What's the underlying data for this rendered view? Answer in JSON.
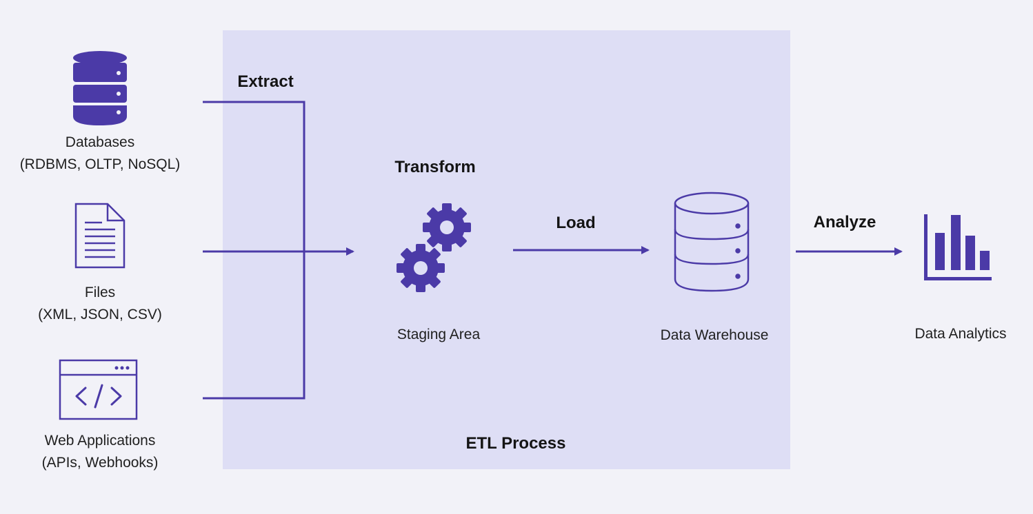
{
  "colors": {
    "accent": "#4b3aa7",
    "panel": "#dedef5",
    "background": "#f2f2f8"
  },
  "sources": [
    {
      "icon": "database-icon",
      "name": "Databases",
      "detail": "(RDBMS, OLTP, NoSQL)"
    },
    {
      "icon": "file-document-icon",
      "name": "Files",
      "detail": "(XML, JSON, CSV)"
    },
    {
      "icon": "web-code-window-icon",
      "name": "Web Applications",
      "detail": "(APIs, Webhooks)"
    }
  ],
  "steps": {
    "extract": "Extract",
    "transform": "Transform",
    "load": "Load",
    "analyze": "Analyze"
  },
  "nodes": {
    "staging": {
      "icon": "gears-icon",
      "label": "Staging Area"
    },
    "warehouse": {
      "icon": "database-outline-icon",
      "label": "Data Warehouse"
    },
    "analytics": {
      "icon": "bar-chart-icon",
      "label": "Data Analytics"
    }
  },
  "process_label": "ETL Process"
}
